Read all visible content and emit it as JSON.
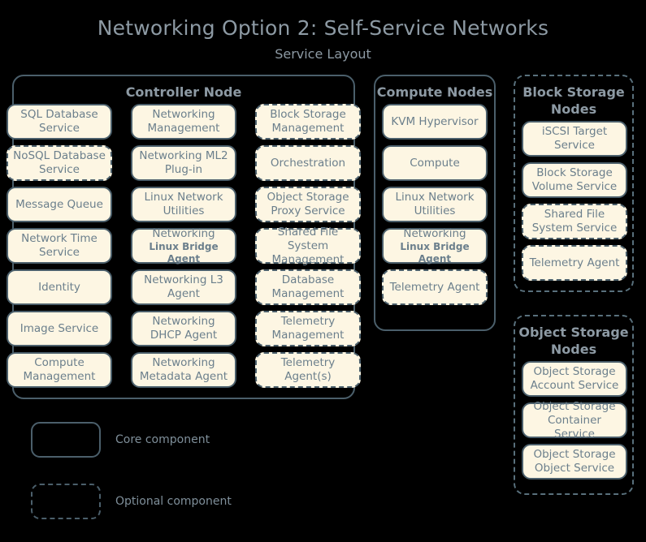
{
  "header": {
    "title": "Networking Option 2: Self-Service Networks",
    "subtitle": "Service Layout"
  },
  "nodes": [
    {
      "id": "controller",
      "title": "Controller Node",
      "style": "solid",
      "columns": [
        [
          {
            "label": "SQL Database Service",
            "style": "solid"
          },
          {
            "label": "NoSQL Database Service",
            "style": "dashed"
          },
          {
            "label": "Message Queue",
            "style": "solid"
          },
          {
            "label": "Network Time Service",
            "style": "solid"
          },
          {
            "label": "Identity",
            "style": "solid"
          },
          {
            "label": "Image Service",
            "style": "solid"
          },
          {
            "label": "Compute Management",
            "style": "solid"
          }
        ],
        [
          {
            "label": "Networking Management",
            "style": "solid"
          },
          {
            "label": "Networking ML2 Plug-in",
            "style": "solid"
          },
          {
            "label": "Linux Network Utilities",
            "style": "solid"
          },
          {
            "label": "Networking",
            "sublabel": "Linux Bridge Agent",
            "style": "solid"
          },
          {
            "label": "Networking L3 Agent",
            "style": "solid"
          },
          {
            "label": "Networking DHCP Agent",
            "style": "solid"
          },
          {
            "label": "Networking Metadata Agent",
            "style": "solid"
          }
        ],
        [
          {
            "label": "Block Storage Management",
            "style": "dashed"
          },
          {
            "label": "Orchestration",
            "style": "dashed"
          },
          {
            "label": "Object Storage Proxy Service",
            "style": "dashed"
          },
          {
            "label": "Shared File System Management",
            "style": "dashed"
          },
          {
            "label": "Database Management",
            "style": "dashed"
          },
          {
            "label": "Telemetry Management",
            "style": "dashed"
          },
          {
            "label": "Telemetry Agent(s)",
            "style": "dashed"
          }
        ]
      ]
    },
    {
      "id": "compute",
      "title": "Compute Nodes",
      "style": "solid",
      "items": [
        {
          "label": "KVM Hypervisor",
          "style": "solid"
        },
        {
          "label": "Compute",
          "style": "solid"
        },
        {
          "label": "Linux Network Utilities",
          "style": "solid"
        },
        {
          "label": "Networking",
          "sublabel": "Linux Bridge Agent",
          "style": "solid"
        },
        {
          "label": "Telemetry Agent",
          "style": "dashed"
        }
      ]
    },
    {
      "id": "block-storage",
      "title": "Block Storage Nodes",
      "style": "dashed",
      "items": [
        {
          "label": "iSCSI Target Service",
          "style": "solid"
        },
        {
          "label": "Block Storage Volume Service",
          "style": "solid"
        },
        {
          "label": "Shared File System Service",
          "style": "dashed"
        },
        {
          "label": "Telemetry Agent",
          "style": "dashed"
        }
      ]
    },
    {
      "id": "object-storage",
      "title": "Object Storage Nodes",
      "style": "dashed",
      "items": [
        {
          "label": "Object Storage Account Service",
          "style": "solid"
        },
        {
          "label": "Object Storage Container Service",
          "style": "solid"
        },
        {
          "label": "Object Storage Object Service",
          "style": "solid"
        }
      ]
    }
  ],
  "legend": [
    {
      "style": "solid",
      "label": "Core component"
    },
    {
      "style": "dashed",
      "label": "Optional component"
    }
  ],
  "colors": {
    "background": "#000000",
    "component_fill": "#fdf6e3",
    "border": "#4b5f6b",
    "title_text": "#8d9aa4",
    "component_text": "#6b7f8c"
  }
}
